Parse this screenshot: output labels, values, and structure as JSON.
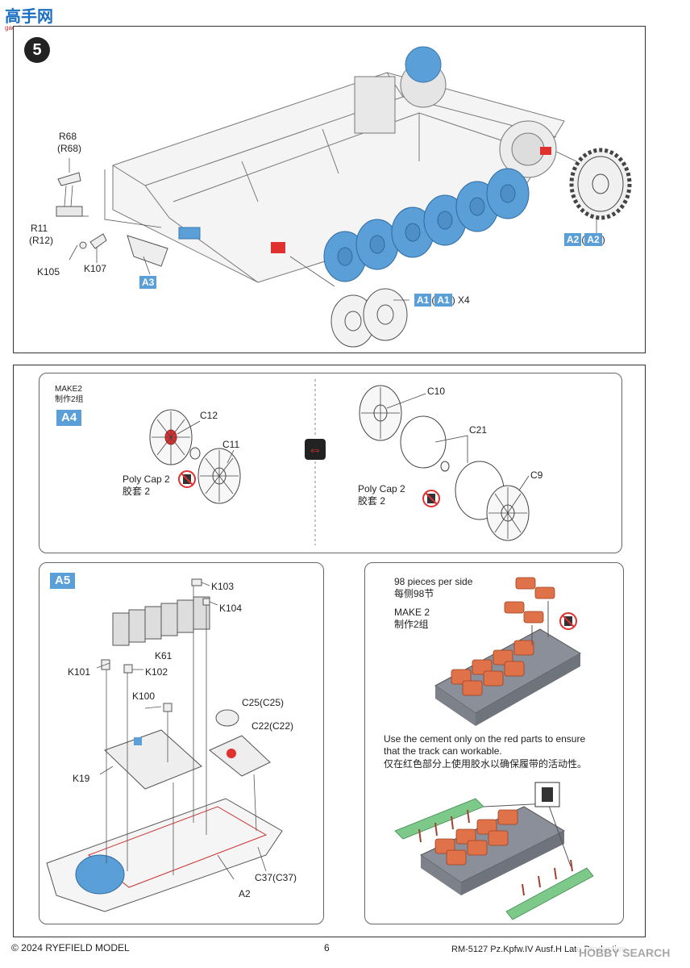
{
  "header": {
    "logo_text": "高手网",
    "logo_sub": "gaoshou.com"
  },
  "step": {
    "number": "5"
  },
  "step5": {
    "r68": "R68",
    "r68_alt": "(R68)",
    "r11": "R11",
    "r11_alt": "(R12)",
    "k105": "K105",
    "k107": "K107",
    "a3": "A3",
    "a2_a": "A2",
    "a2_paren_open": "(",
    "a2_b": "A2",
    "a2_paren_close": ")",
    "a1_a": "A1",
    "a1_paren_open": "(",
    "a1_b": "A1",
    "a1_paren_close": ")",
    "a1_qty": "X4"
  },
  "a4": {
    "make": "MAKE2",
    "make_cn": "制作2组",
    "tag": "A4",
    "c12": "C12",
    "c11": "C11",
    "polycap_left": "Poly Cap 2",
    "polycap_left_cn": "胶套 2",
    "c10": "C10",
    "c21": "C21",
    "c9": "C9",
    "polycap_right": "Poly Cap 2",
    "polycap_right_cn": "胶套 2"
  },
  "a5": {
    "tag": "A5",
    "k103": "K103",
    "k104": "K104",
    "k61": "K61",
    "k101": "K101",
    "k102": "K102",
    "k100": "K100",
    "c25": "C25(C25)",
    "c22": "C22(C22)",
    "k19": "K19",
    "c37": "C37(C37)",
    "a2": "A2"
  },
  "tracks": {
    "count": "98 pieces per side",
    "count_cn": "每侧98节",
    "make": "MAKE 2",
    "make_cn": "制作2组",
    "note_line1": "Use the cement only on the red parts to ensure",
    "note_line2": "that the track can workable.",
    "note_cn": "仅在红色部分上使用胶水以确保履带的活动性。"
  },
  "footer": {
    "copyright": "© 2024 RYEFIELD MODEL",
    "page": "6",
    "product": "RM-5127 Pz.Kpfw.IV Ausf.H Late Production",
    "watermark": "HOBBY SEARCH"
  },
  "colors": {
    "blue": "#5b9fd8",
    "red": "#e03030",
    "track_orange": "#e0724a",
    "runner_green": "#7cc98a"
  }
}
